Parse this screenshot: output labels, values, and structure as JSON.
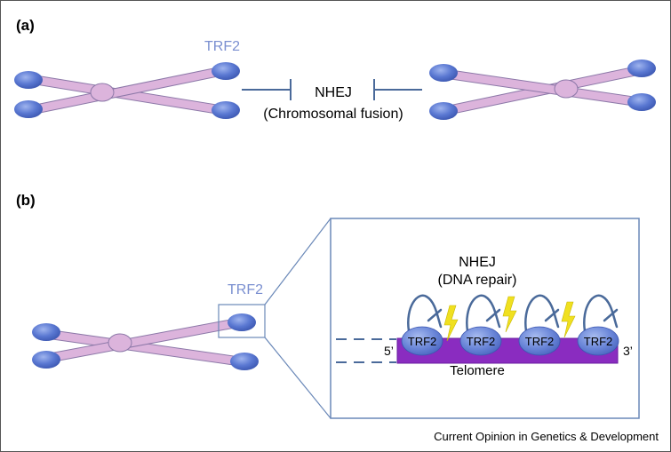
{
  "panel_a": {
    "label": "(a)",
    "protein_label": "TRF2",
    "process_label": "NHEJ",
    "process_sublabel": "(Chromosomal fusion)"
  },
  "panel_b": {
    "label": "(b)",
    "protein_label": "TRF2",
    "process_label": "NHEJ",
    "process_sublabel": "(DNA repair)",
    "end_5": "5’",
    "end_3": "3’",
    "telomere_label": "Telomere",
    "bound_proteins": [
      "TRF2",
      "TRF2",
      "TRF2",
      "TRF2"
    ]
  },
  "credit": "Current Opinion in Genetics & Development",
  "colors": {
    "chromatid_fill": "#dcb4dc",
    "chromatid_stroke": "#8c78a8",
    "telomere_cap": "#5a78d2",
    "inhibition_line": "#4a6a9a",
    "telomere_bar": "#8a2cc0",
    "lightning": "#f0e020",
    "protein_text": "#7a8fd0"
  }
}
